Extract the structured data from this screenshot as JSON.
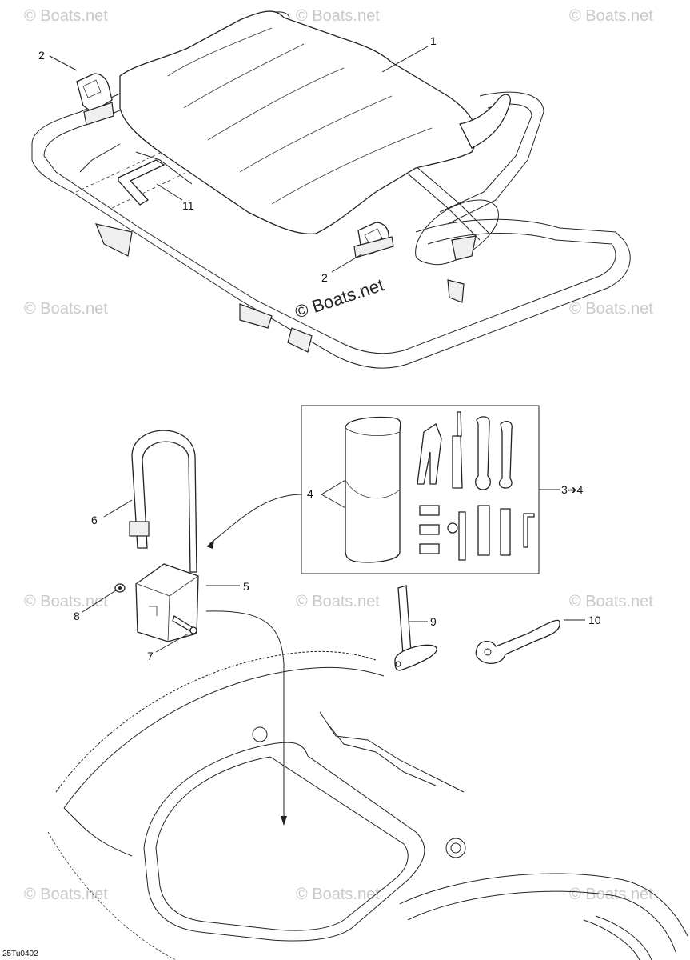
{
  "callouts": {
    "c1": "1",
    "c2a": "2",
    "c2b": "2",
    "c11": "11",
    "c4": "4",
    "c3to4": "3➔4",
    "c5": "5",
    "c6": "6",
    "c7": "7",
    "c8": "8",
    "c9": "9",
    "c10": "10"
  },
  "watermarks": {
    "main": "© Boats.net",
    "repeat": "© Boats.net"
  },
  "diagram_code": "25Tu0402"
}
